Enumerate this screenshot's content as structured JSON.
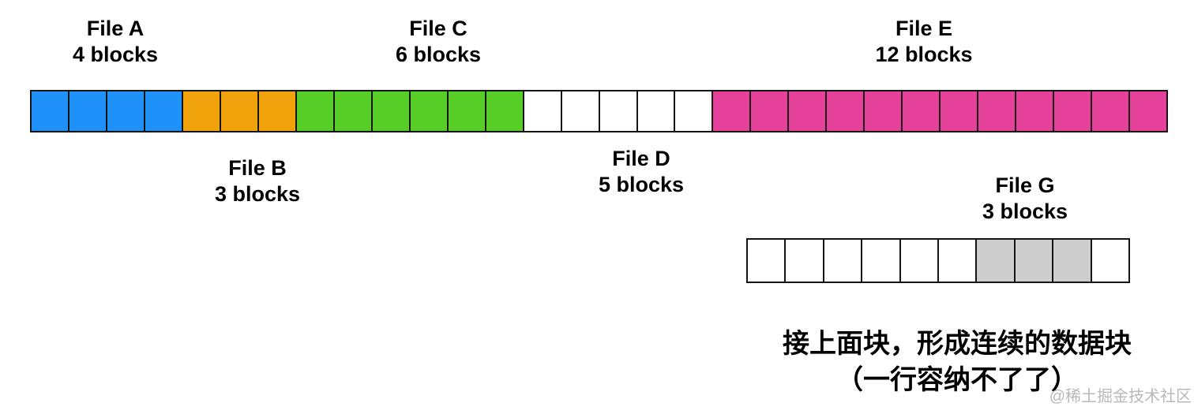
{
  "colors": {
    "blue": "#2191fa",
    "orange": "#f0a30a",
    "green": "#57ce27",
    "pink": "#e5409a",
    "gray": "#cdcdcd",
    "white": "#ffffff",
    "border": "#151515"
  },
  "files": [
    {
      "id": "A",
      "label": "File A",
      "blocks_label": "4 blocks",
      "blocks": 4,
      "color": "blue"
    },
    {
      "id": "B",
      "label": "File B",
      "blocks_label": "3 blocks",
      "blocks": 3,
      "color": "orange"
    },
    {
      "id": "C",
      "label": "File C",
      "blocks_label": "6 blocks",
      "blocks": 6,
      "color": "green"
    },
    {
      "id": "D",
      "label": "File D",
      "blocks_label": "5 blocks",
      "blocks": 5,
      "color": "white"
    },
    {
      "id": "E",
      "label": "File E",
      "blocks_label": "12 blocks",
      "blocks": 12,
      "color": "pink"
    },
    {
      "id": "G",
      "label": "File G",
      "blocks_label": "3 blocks",
      "blocks": 3,
      "color": "gray"
    }
  ],
  "rows": [
    {
      "name": "main-row",
      "segments": [
        {
          "file": "A",
          "count": 4,
          "color": "blue"
        },
        {
          "file": "B",
          "count": 3,
          "color": "orange"
        },
        {
          "file": "C",
          "count": 6,
          "color": "green"
        },
        {
          "file": "D",
          "count": 5,
          "color": "white"
        },
        {
          "file": "E",
          "count": 12,
          "color": "pink"
        }
      ]
    },
    {
      "name": "overflow-row",
      "segments": [
        {
          "file": "",
          "count": 6,
          "color": "white"
        },
        {
          "file": "G",
          "count": 3,
          "color": "gray"
        },
        {
          "file": "",
          "count": 1,
          "color": "white"
        }
      ]
    }
  ],
  "caption": {
    "line1": "接上面块，形成连续的数据块",
    "line2": "（一行容纳不了了）"
  },
  "watermark": "@稀土掘金技术社区"
}
